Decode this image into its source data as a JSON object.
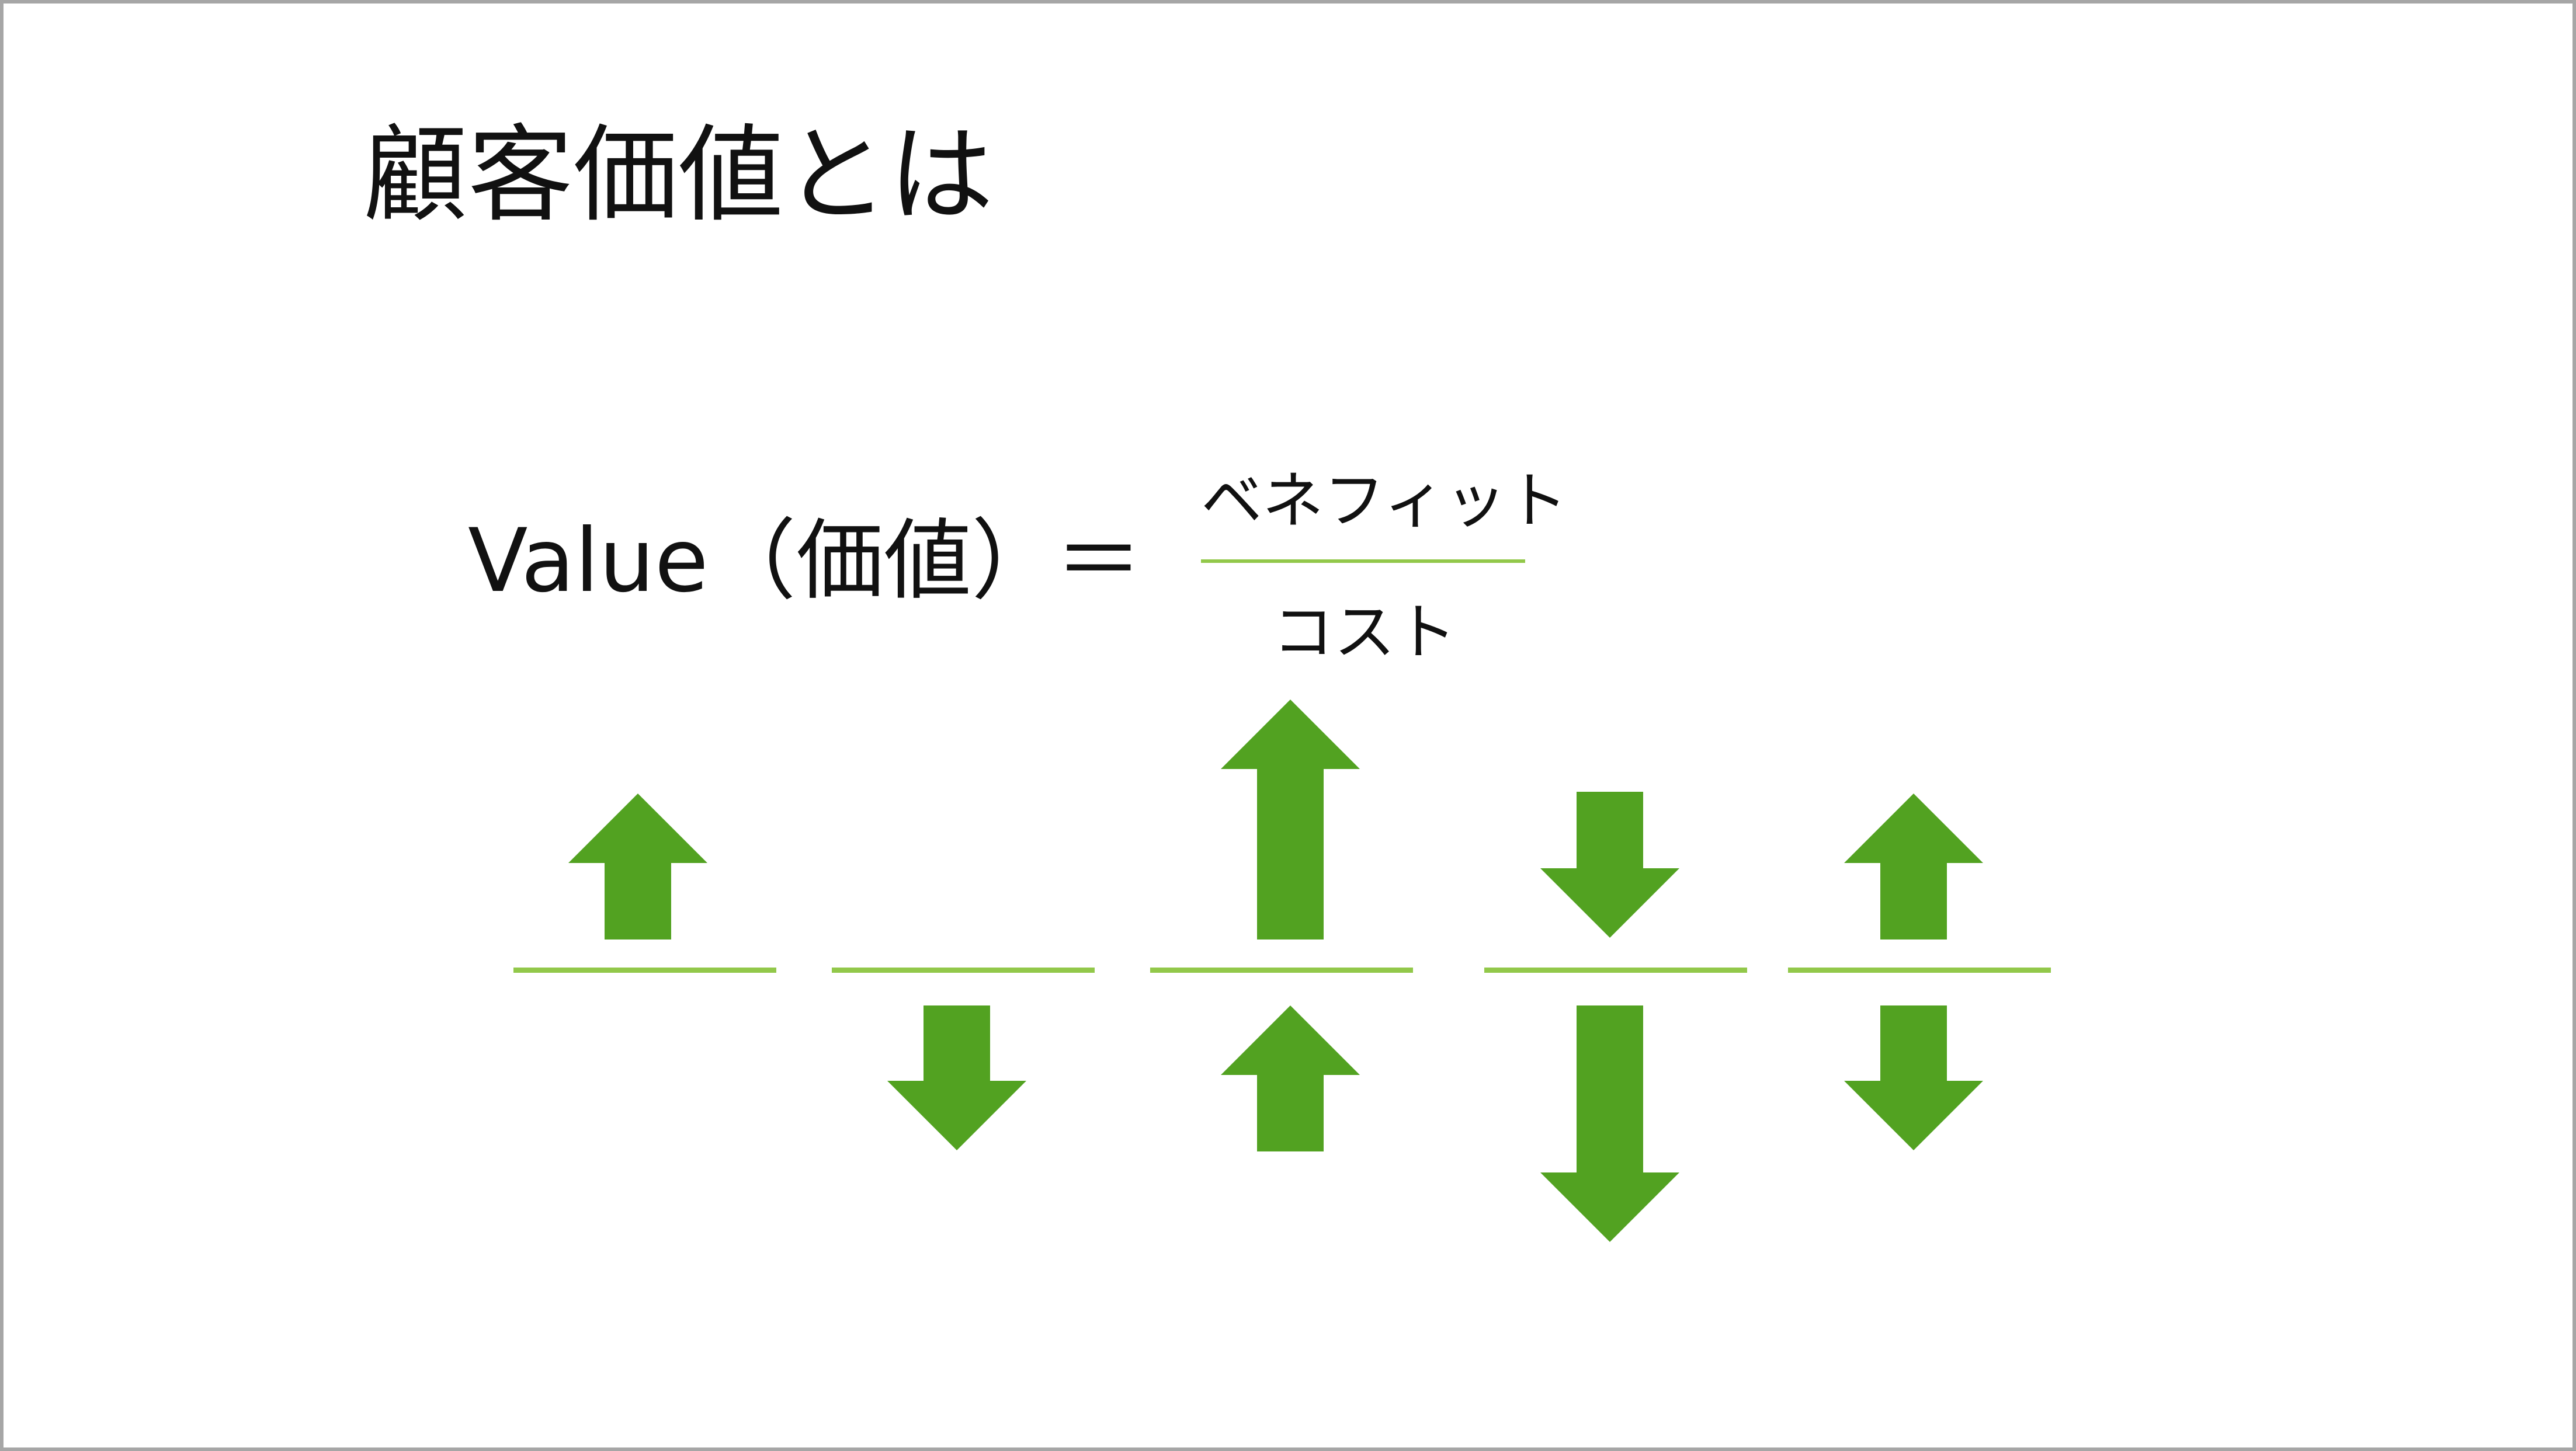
{
  "title": "顧客価値とは",
  "formula": {
    "lhs": "Value（価値）",
    "equals": "＝",
    "numerator": "ベネフィット",
    "denominator": "コスト"
  },
  "colors": {
    "arrow": "#52a221",
    "ratio_line": "#92c84a",
    "border": "#a6a6a6"
  },
  "scenarios": [
    {
      "benefit": "up",
      "cost": "none"
    },
    {
      "benefit": "none",
      "cost": "down"
    },
    {
      "benefit": "up-large",
      "cost": "up"
    },
    {
      "benefit": "down",
      "cost": "down-large"
    },
    {
      "benefit": "up",
      "cost": "down"
    }
  ]
}
